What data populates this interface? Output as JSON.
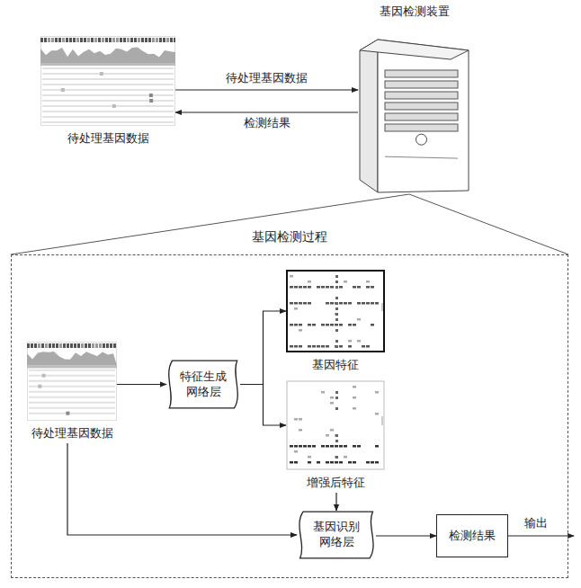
{
  "diagram": {
    "nodes": [
      {
        "text": [
          "待处理基因数据"
        ]
      },
      {
        "text": [
          "基因检测装置"
        ]
      },
      {
        "text": [
          "基因检测过程"
        ]
      },
      {
        "text": [
          "待处理基因数据"
        ],
        "in": 2
      },
      {
        "text": [
          "特征生成 网络层"
        ],
        "in": 2
      },
      {
        "text": [
          "基因特征"
        ],
        "in": 2
      },
      {
        "text": [
          "增强后特征"
        ],
        "in": 2
      },
      {
        "text": [
          "基因识别 网络层"
        ],
        "in": 2
      },
      {
        "text": [
          "检测结果"
        ],
        "in": 2
      }
    ],
    "edges": [
      {
        "from": 0,
        "to": 1,
        "arrow": "to",
        "label": "待处理基因数据"
      },
      {
        "from": 1,
        "to": 0,
        "arrow": "to",
        "label": "检测结果"
      },
      {
        "from": 3,
        "to": 4,
        "arrow": "to"
      },
      {
        "from": 4,
        "to": 5,
        "arrow": "to"
      },
      {
        "from": 4,
        "to": 6,
        "arrow": "to"
      },
      {
        "from": 3,
        "to": 7,
        "arrow": "to"
      },
      {
        "from": 6,
        "to": 7,
        "arrow": "to"
      },
      {
        "from": 7,
        "to": 8,
        "arrow": "to"
      }
    ],
    "labels": [
      "输出"
    ]
  }
}
